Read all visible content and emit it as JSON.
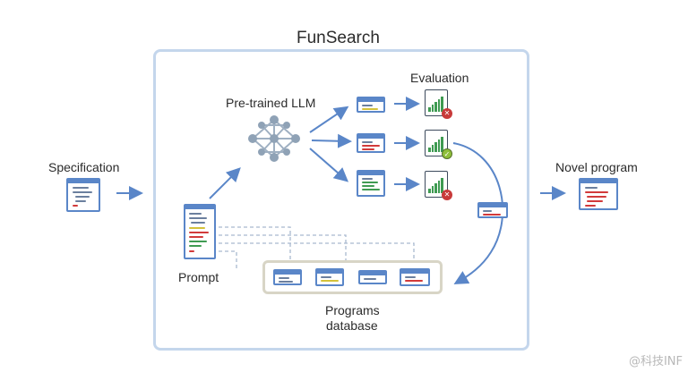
{
  "title": "FunSearch",
  "labels": {
    "specification": "Specification",
    "llm": "Pre-trained LLM",
    "evaluation": "Evaluation",
    "prompt": "Prompt",
    "database_line1": "Programs",
    "database_line2": "database",
    "novel": "Novel program"
  },
  "icons": {
    "llm": "neural-network-icon",
    "eval_fail": "cross-icon",
    "eval_pass": "check-icon"
  },
  "evaluations": [
    {
      "result": "fail"
    },
    {
      "result": "pass"
    },
    {
      "result": "fail"
    }
  ],
  "colors": {
    "accent_blue": "#5a86c8",
    "frame": "#c4d6ec",
    "db_frame": "#d8d5c6",
    "fail": "#c83a3a",
    "pass": "#8fbf3a",
    "bars": "#3f9b52"
  },
  "watermark": "@科技INF"
}
